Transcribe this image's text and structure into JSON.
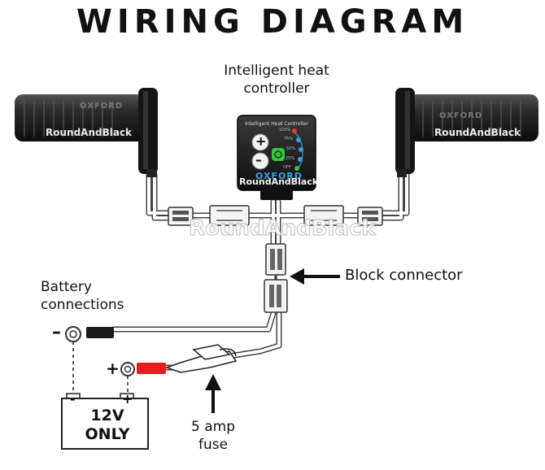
{
  "title": "WIRING DIAGRAM",
  "labels": {
    "controller_line1": "Intelligent heat",
    "controller_line2": "controller",
    "block_connector": "Block connector",
    "battery_line1": "Battery",
    "battery_line2": "connections",
    "fuse_line1": "5 amp",
    "fuse_line2": "fuse",
    "battery_voltage": "12V",
    "battery_note": "ONLY",
    "minus_sign": "–",
    "plus_sign": "+",
    "battery_minus": "-",
    "battery_plus": "+"
  },
  "device": {
    "header": "Intelligent Heat Controller",
    "brand": "OXFORD",
    "plus_button": "+",
    "minus_button": "–",
    "levels": [
      "100%",
      "75%",
      "50%",
      "25%",
      "OFF"
    ]
  },
  "watermarks": {
    "main": "RoundAndBlack",
    "left_grip": "RoundAndBlack",
    "right_grip": "RoundAndBlack",
    "device": "RoundAndBlack",
    "grip_brand": "OXFORD"
  },
  "colors": {
    "led_100": "#e53935",
    "led_mid": "#3aa0e0",
    "led_off": "#36c23a",
    "positive_wire": "#e02020"
  }
}
